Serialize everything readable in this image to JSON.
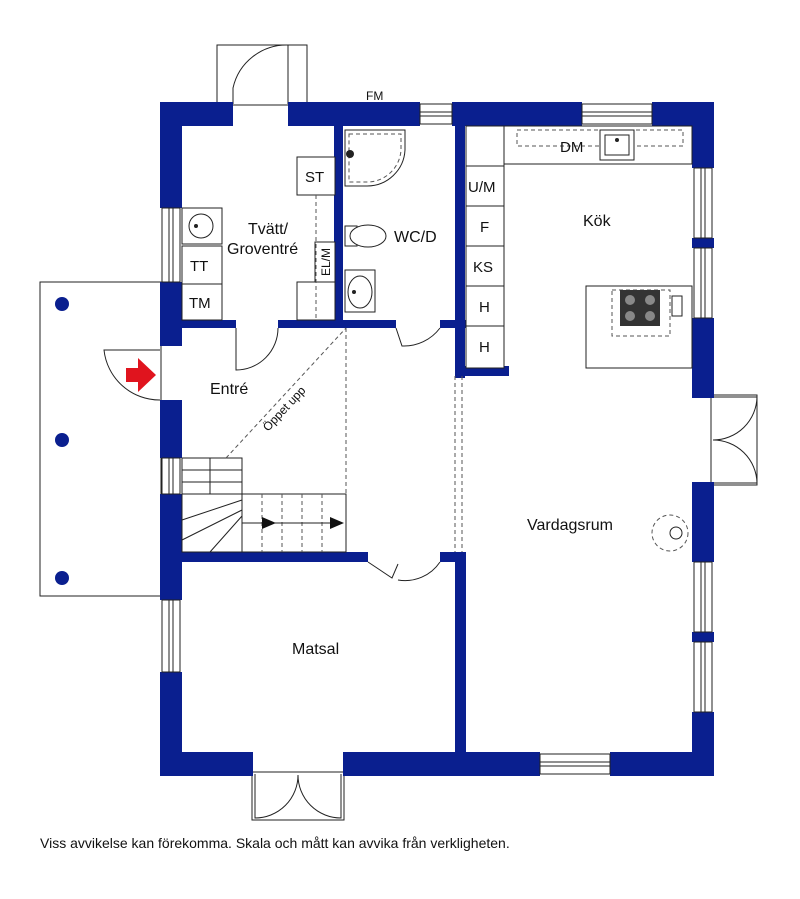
{
  "rooms": {
    "tvatt": "Tvätt/",
    "tvatt2": "Groventré",
    "wc": "WC/D",
    "kok": "Kök",
    "entre": "Entré",
    "vardagsrum": "Vardagsrum",
    "matsal": "Matsal"
  },
  "fixtures": {
    "st": "ST",
    "tt": "TT",
    "tm": "TM",
    "elm": "EL/M",
    "fm": "FM",
    "dm": "DM",
    "um": "U/M",
    "f": "F",
    "ks": "KS",
    "h1": "H",
    "h2": "H"
  },
  "stair_note": "Öppet upp",
  "disclaimer": "Viss avvikelse kan förekomma. Skala och mått kan avvika från verkligheten.",
  "colors": {
    "wall": "#0a1f8f",
    "entry_arrow": "#e0141e",
    "porch_dot": "#0a1f8f"
  }
}
